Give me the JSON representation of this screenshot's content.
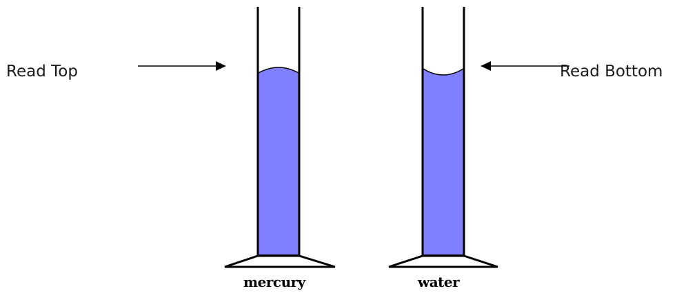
{
  "labels": {
    "left_annotation": "Read Top",
    "right_annotation": "Read Bottom"
  },
  "cylinders": [
    {
      "name": "mercury",
      "meniscus": "convex"
    },
    {
      "name": "water",
      "meniscus": "concave"
    }
  ],
  "colors": {
    "liquid": "#8080ff",
    "outline": "#000000",
    "background": "#ffffff"
  }
}
